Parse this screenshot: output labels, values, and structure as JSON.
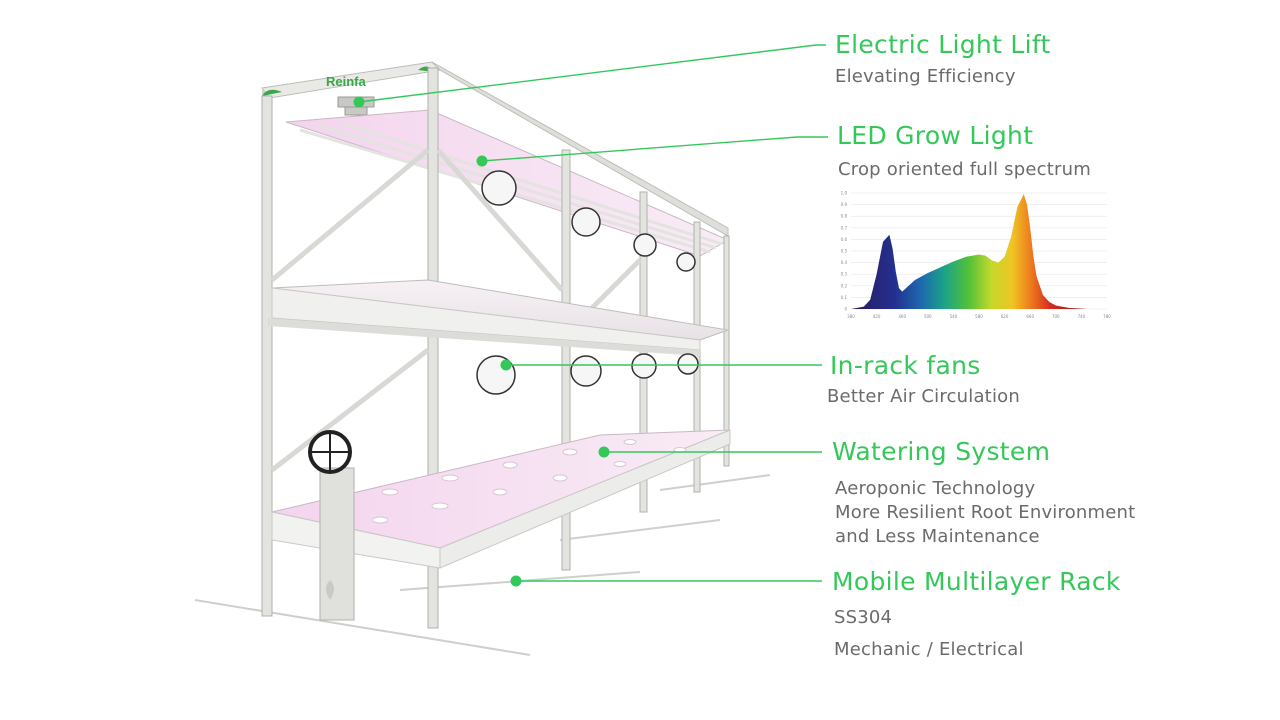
{
  "brand": {
    "logo_text": "Reinfa"
  },
  "features": [
    {
      "title": "Electric Light Lift",
      "lines": [
        "Elevating Efficiency"
      ]
    },
    {
      "title": "LED Grow Light",
      "lines": [
        "Crop oriented full spectrum"
      ]
    },
    {
      "title": "In-rack fans",
      "lines": [
        "Better Air Circulation"
      ]
    },
    {
      "title": "Watering System",
      "lines": [
        "Aeroponic Technology",
        "More Resilient Root Environment",
        "and Less Maintenance"
      ]
    },
    {
      "title": "Mobile Multilayer Rack",
      "lines": [
        "SS304",
        "Mechanic / Electrical"
      ]
    }
  ],
  "colors": {
    "accent": "#34c85a",
    "subtext": "#6b6b6b",
    "frame": "#d9d9d6",
    "frame_dark": "#a8a8a4",
    "grow_tint": "#f3dcef"
  },
  "chart_data": {
    "type": "area",
    "title": "",
    "xlabel": "",
    "ylabel": "",
    "xlim": [
      380,
      780
    ],
    "ylim": [
      0,
      1.0
    ],
    "y_ticks": [
      "0",
      "0.1",
      "0.2",
      "0.3",
      "0.4",
      "0.5",
      "0.6",
      "0.7",
      "0.8",
      "0.9",
      "1.0"
    ],
    "x_ticks": [
      "380",
      "420",
      "460",
      "500",
      "540",
      "580",
      "620",
      "660",
      "700",
      "740",
      "780"
    ],
    "x": [
      380,
      400,
      410,
      420,
      430,
      440,
      445,
      450,
      455,
      460,
      470,
      480,
      500,
      520,
      540,
      560,
      580,
      590,
      600,
      610,
      620,
      630,
      640,
      650,
      655,
      660,
      665,
      670,
      680,
      690,
      700,
      720,
      750,
      780
    ],
    "y": [
      0,
      0.02,
      0.08,
      0.3,
      0.58,
      0.64,
      0.52,
      0.32,
      0.18,
      0.15,
      0.2,
      0.25,
      0.31,
      0.36,
      0.41,
      0.45,
      0.47,
      0.46,
      0.42,
      0.4,
      0.45,
      0.62,
      0.88,
      0.99,
      0.9,
      0.7,
      0.45,
      0.28,
      0.12,
      0.06,
      0.03,
      0.01,
      0,
      0
    ],
    "grid": true
  }
}
